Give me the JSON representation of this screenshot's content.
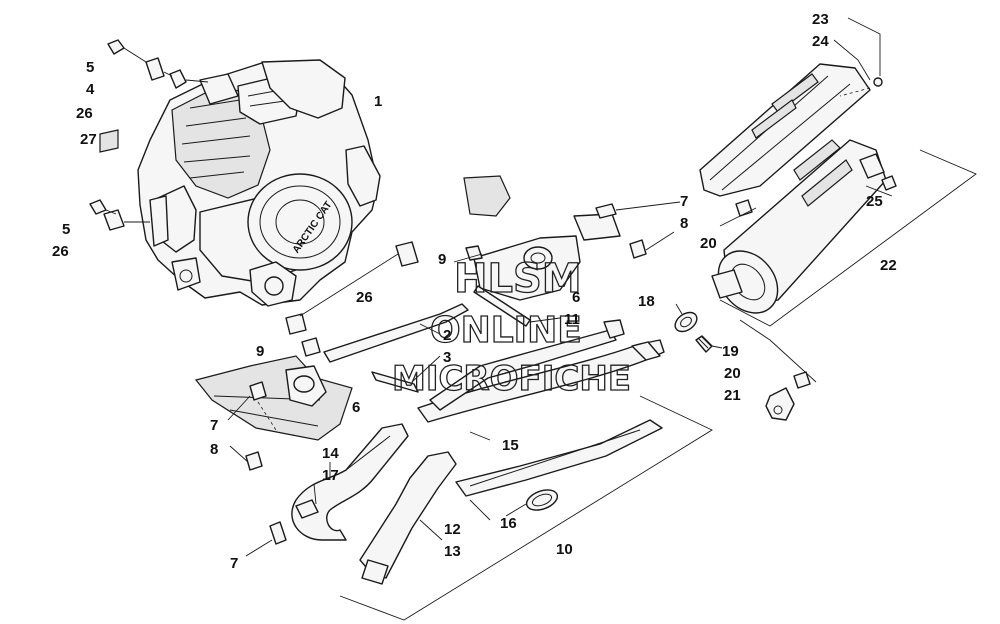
{
  "diagram": {
    "callouts": [
      {
        "id": "c1",
        "text": "1"
      },
      {
        "id": "c2",
        "text": "2"
      },
      {
        "id": "c3",
        "text": "3"
      },
      {
        "id": "c4",
        "text": "4"
      },
      {
        "id": "c5a",
        "text": "5"
      },
      {
        "id": "c5b",
        "text": "5"
      },
      {
        "id": "c6a",
        "text": "6"
      },
      {
        "id": "c6b",
        "text": "6"
      },
      {
        "id": "c7a",
        "text": "7"
      },
      {
        "id": "c7b",
        "text": "7"
      },
      {
        "id": "c7c",
        "text": "7"
      },
      {
        "id": "c8a",
        "text": "8"
      },
      {
        "id": "c8b",
        "text": "8"
      },
      {
        "id": "c9a",
        "text": "9"
      },
      {
        "id": "c9b",
        "text": "9"
      },
      {
        "id": "c10",
        "text": "10"
      },
      {
        "id": "c11",
        "text": "11"
      },
      {
        "id": "c12",
        "text": "12"
      },
      {
        "id": "c13",
        "text": "13"
      },
      {
        "id": "c14",
        "text": "14"
      },
      {
        "id": "c15",
        "text": "15"
      },
      {
        "id": "c16",
        "text": "16"
      },
      {
        "id": "c17",
        "text": "17"
      },
      {
        "id": "c18",
        "text": "18"
      },
      {
        "id": "c19",
        "text": "19"
      },
      {
        "id": "c20a",
        "text": "20"
      },
      {
        "id": "c20b",
        "text": "20"
      },
      {
        "id": "c21",
        "text": "21"
      },
      {
        "id": "c22",
        "text": "22"
      },
      {
        "id": "c23",
        "text": "23"
      },
      {
        "id": "c24",
        "text": "24"
      },
      {
        "id": "c25",
        "text": "25"
      },
      {
        "id": "c26a",
        "text": "26"
      },
      {
        "id": "c26b",
        "text": "26"
      },
      {
        "id": "c26c",
        "text": "26"
      },
      {
        "id": "c27",
        "text": "27"
      }
    ],
    "engine_logo_text": "ARCTIC CAT",
    "watermark": {
      "line1": "HLSM",
      "line2": "ONLINE",
      "line3": "MICROFICHE"
    }
  }
}
